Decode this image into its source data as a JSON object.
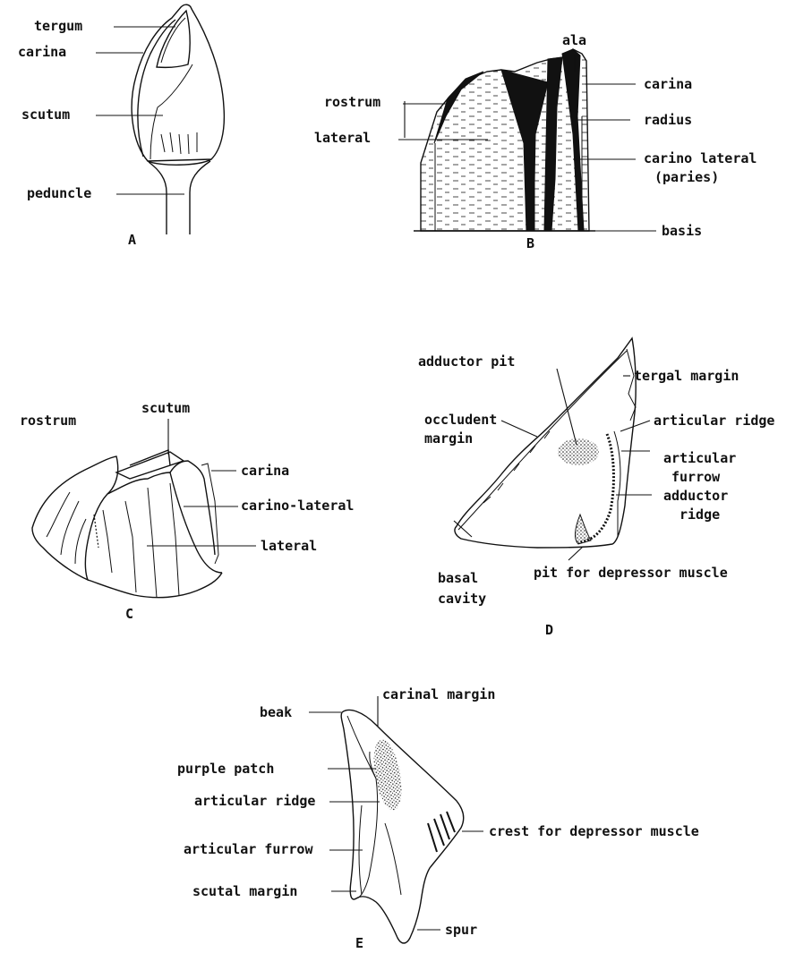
{
  "panels": {
    "A": {
      "letter": "A",
      "labels": {
        "tergum": "tergum",
        "carina": "carina",
        "scutum": "scutum",
        "peduncle": "peduncle"
      }
    },
    "B": {
      "letter": "B",
      "labels": {
        "ala": "ala",
        "rostrum": "rostrum",
        "lateral": "lateral",
        "carina": "carina",
        "radius": "radius",
        "carino_lateral": "carino lateral",
        "paries": "(paries)",
        "basis": "basis"
      }
    },
    "C": {
      "letter": "C",
      "labels": {
        "rostrum": "rostrum",
        "scutum": "scutum",
        "carina": "carina",
        "carino_lateral": "carino-lateral",
        "lateral": "lateral"
      }
    },
    "D": {
      "letter": "D",
      "labels": {
        "adductor_pit": "adductor pit",
        "tergal_margin": "tergal margin",
        "occludent_margin_1": "occludent",
        "occludent_margin_2": "margin",
        "articular_ridge": "articular ridge",
        "articular_furrow_1": "articular",
        "articular_furrow_2": "furrow",
        "adductor_ridge_1": "adductor",
        "adductor_ridge_2": "ridge",
        "basal_cavity_1": "basal",
        "basal_cavity_2": "cavity",
        "pit_depressor": "pit for depressor muscle"
      }
    },
    "E": {
      "letter": "E",
      "labels": {
        "carinal_margin": "carinal margin",
        "beak": "beak",
        "purple_patch": "purple patch",
        "articular_ridge": "articular ridge",
        "crest_depressor": "crest for depressor muscle",
        "articular_furrow": "articular furrow",
        "scutal_margin": "scutal margin",
        "spur": "spur"
      }
    }
  }
}
